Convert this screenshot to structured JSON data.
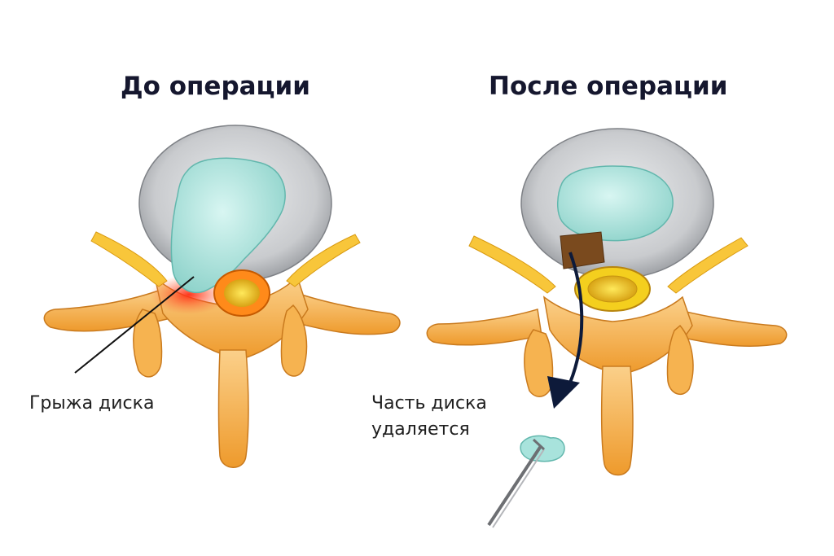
{
  "titles": {
    "before": "До операции",
    "after": "После операции"
  },
  "labels": {
    "herniated_disc": "Грыжа диска",
    "disc_removed_line1": "Часть диска",
    "disc_removed_line2": "удаляется"
  },
  "colors": {
    "bone": "#f2a33a",
    "nucleus": "#a8e3dc",
    "annulus": "#c4c6c9",
    "nerve": "#e8c020",
    "inflammation": "#ff3b1f",
    "arrow": "#0d1a3a",
    "title_text": "#15172e"
  }
}
